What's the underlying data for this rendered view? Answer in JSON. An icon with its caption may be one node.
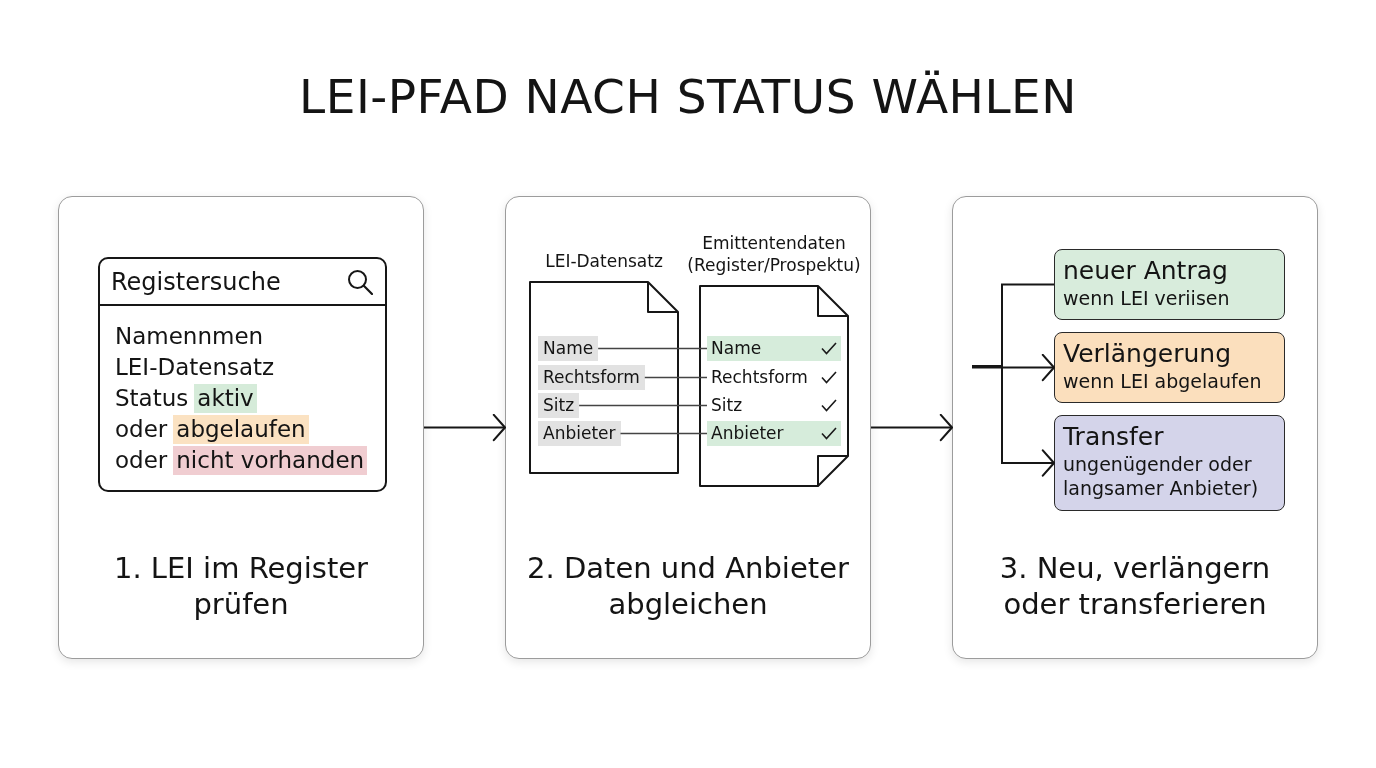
{
  "diagram": {
    "title": "LEI-PFAD NACH STATUS WÄHLEN",
    "nodes": [
      {
        "text": [
          "1. LEI im Register prüfen"
        ]
      },
      {
        "text": [
          "Registersuche",
          "Namennmen",
          "LEI-Datensatz",
          "Status",
          "oder",
          "oder"
        ],
        "in": 0
      },
      {
        "text": [
          "aktiv"
        ],
        "in": 1
      },
      {
        "text": [
          "abgelaufen"
        ],
        "in": 1
      },
      {
        "text": [
          "nicht vorhanden"
        ],
        "in": 1
      },
      {
        "text": [
          "2. Daten und Anbieter abgleichen"
        ]
      },
      {
        "text": [
          "LEI-Datensatz"
        ],
        "in": 5
      },
      {
        "text": [
          "Name"
        ],
        "in": 6
      },
      {
        "text": [
          "Rechtsform"
        ],
        "in": 6
      },
      {
        "text": [
          "Sitz"
        ],
        "in": 6
      },
      {
        "text": [
          "Anbieter"
        ],
        "in": 6
      },
      {
        "text": [
          "Emittentendaten (Register/Prospektu)"
        ],
        "in": 5
      },
      {
        "text": [
          "Name"
        ],
        "in": 11
      },
      {
        "text": [
          "Rechtsform"
        ],
        "in": 11
      },
      {
        "text": [
          "Sitz"
        ],
        "in": 11
      },
      {
        "text": [
          "Anbieter"
        ],
        "in": 11
      },
      {
        "text": [
          "3. Neu, verlängern oder transferieren"
        ]
      },
      {
        "text": [
          "neuer Antrag",
          "wenn LEI veriisen"
        ],
        "in": 16
      },
      {
        "text": [
          "Verlängerung",
          "wenn LEI abgelaufen"
        ],
        "in": 16
      },
      {
        "text": [
          "Transfer",
          "ungenügender oder langsamer Anbieter)"
        ],
        "in": 16
      }
    ],
    "edges": [
      {
        "from": 0,
        "to": 5,
        "arrow": "to"
      },
      {
        "from": 5,
        "to": 16,
        "arrow": "to"
      },
      {
        "from": 7,
        "to": 12,
        "arrow": "none"
      },
      {
        "from": 8,
        "to": 13,
        "arrow": "none"
      },
      {
        "from": 9,
        "to": 14,
        "arrow": "none"
      },
      {
        "from": 10,
        "to": 15,
        "arrow": "none"
      },
      {
        "from": null,
        "to": 17,
        "arrow": "none"
      },
      {
        "from": null,
        "to": 18,
        "arrow": "to"
      },
      {
        "from": null,
        "to": 19,
        "arrow": "to"
      }
    ]
  }
}
